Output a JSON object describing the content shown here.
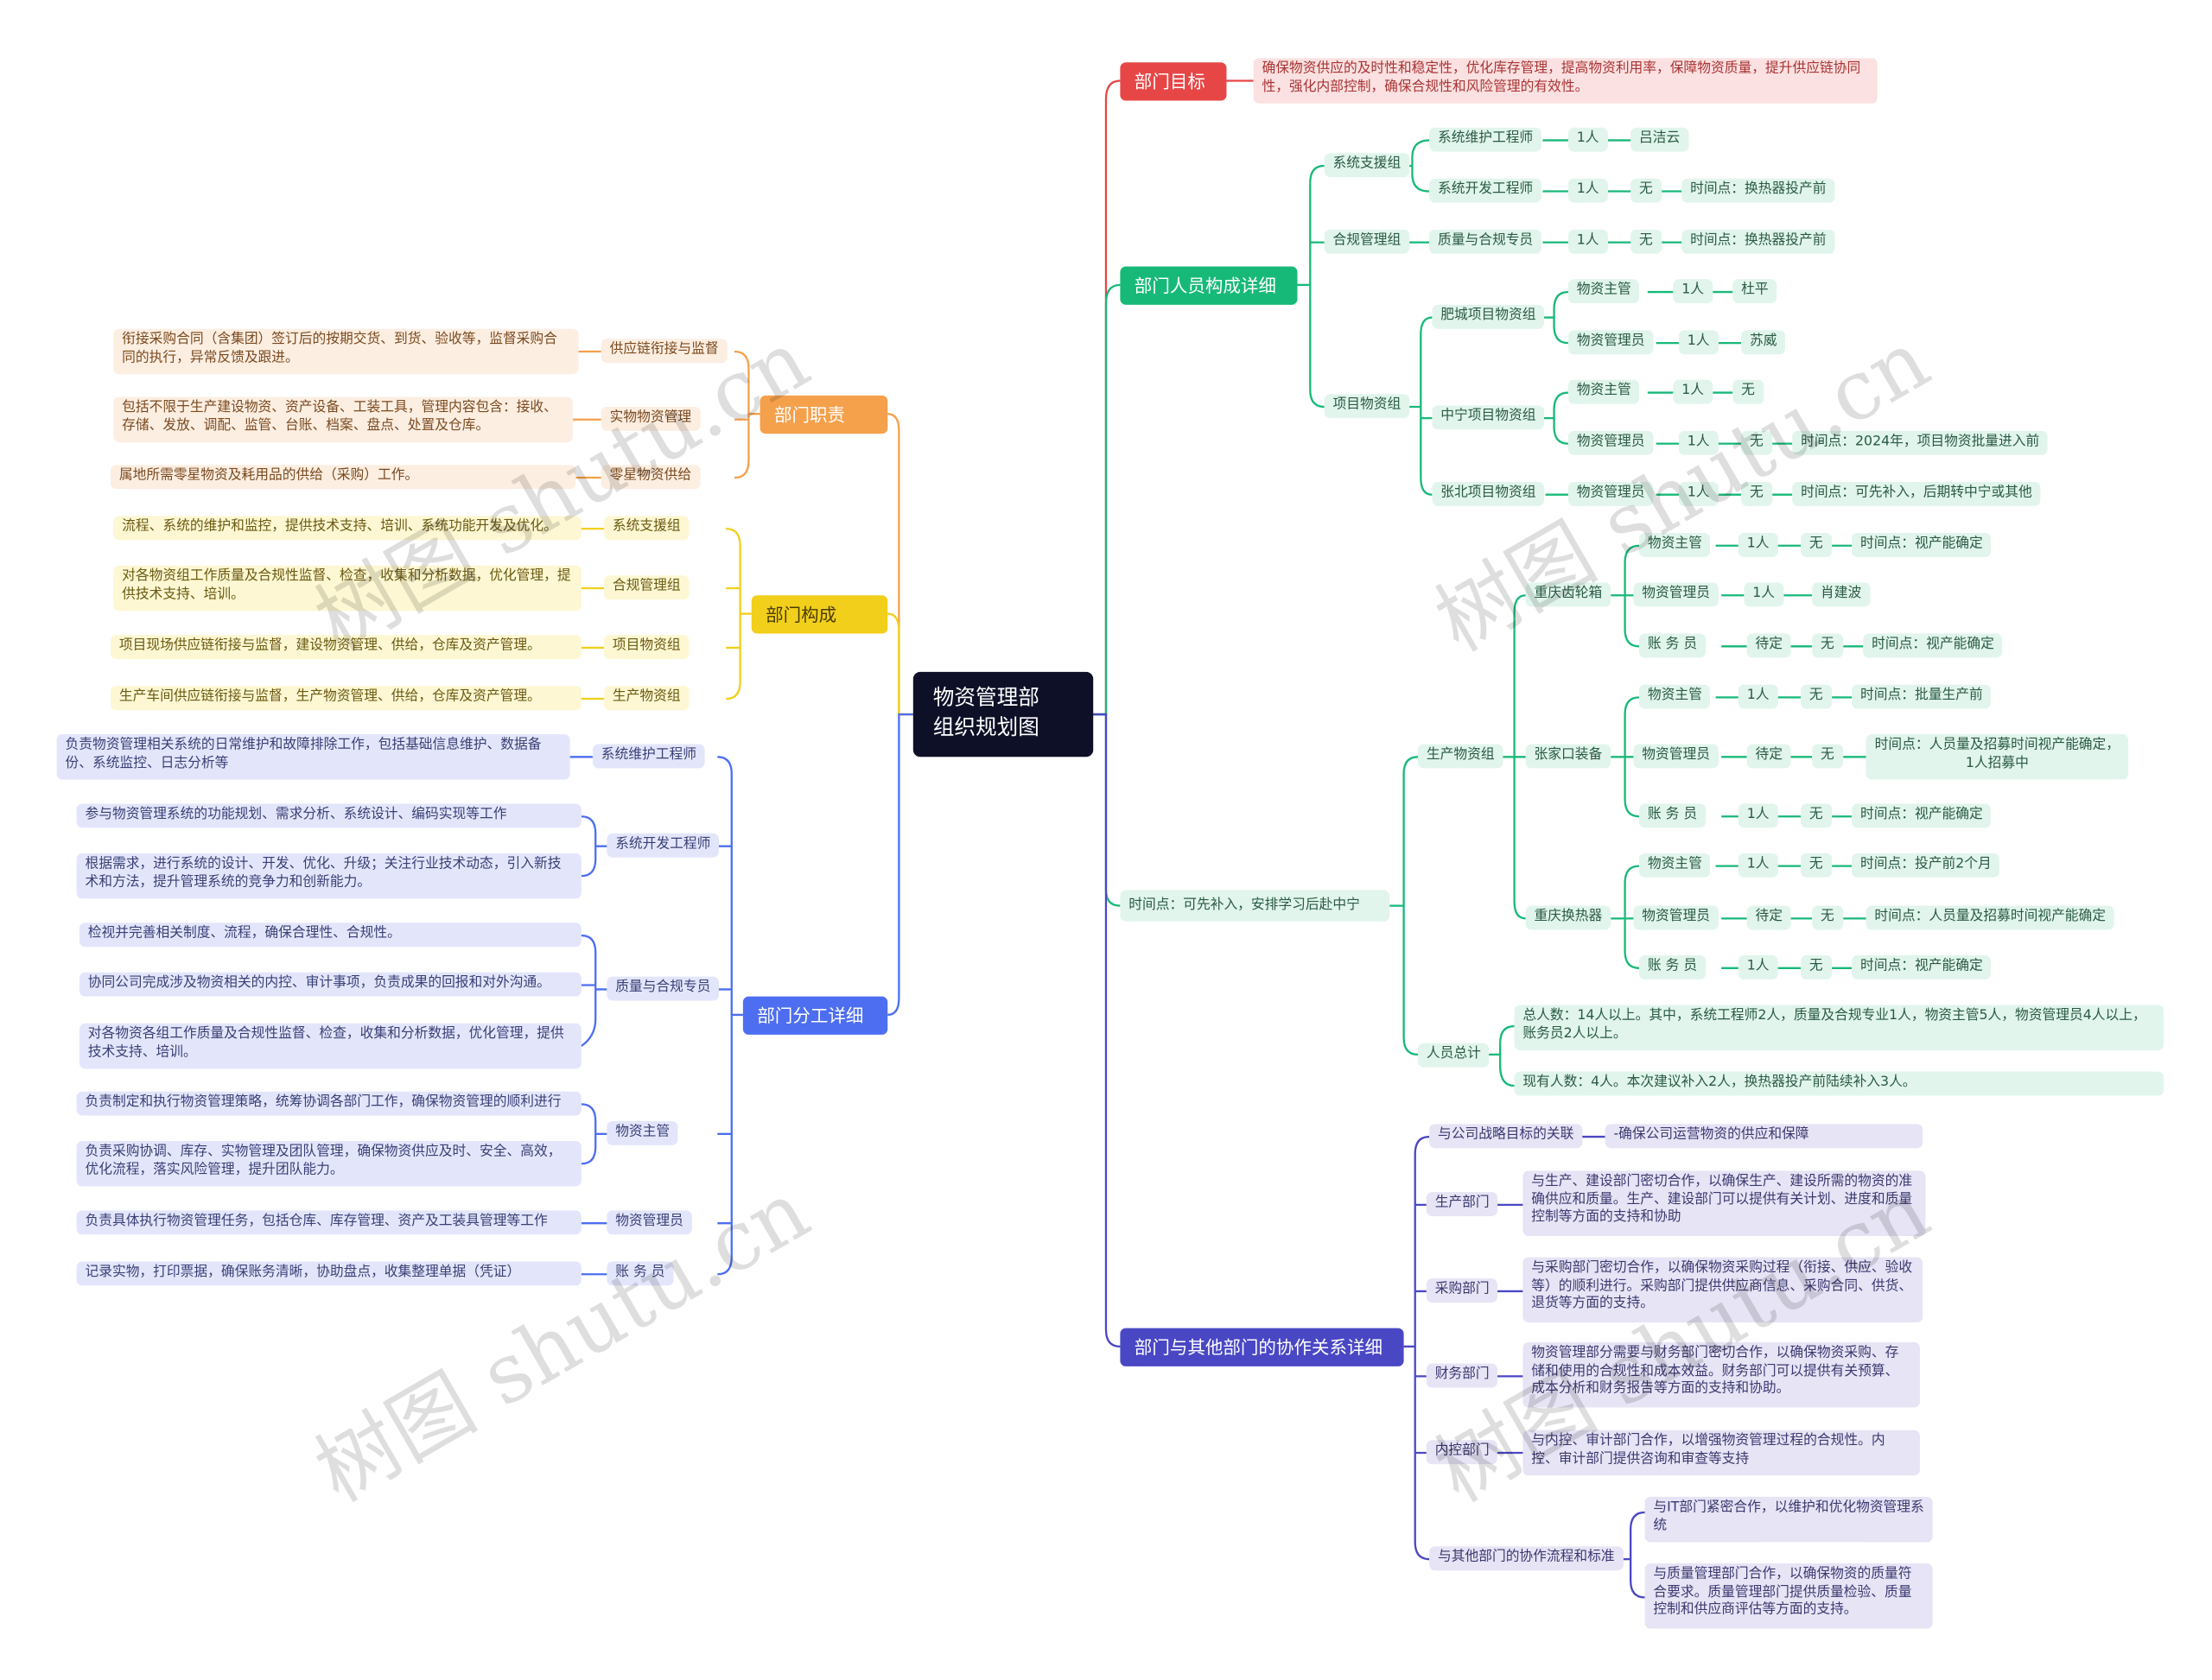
{
  "center": {
    "line1": "物资管理部",
    "line2": "组织规划图"
  },
  "colors": {
    "red": "#e74646",
    "green": "#17b978",
    "purple": "#4a47c5",
    "orange": "#f5a04b",
    "yellow": "#f2cf1a",
    "blue": "#4d6ef0",
    "dark": "#0d1027"
  },
  "right": {
    "goal": {
      "label": "部门目标",
      "text": "确保物资供应的及时性和稳定性，优化库存管理，提高物资利用率，保障物资质量，提升供应链协同性，强化内部控制，确保合规性和风险管理的有效性。"
    },
    "staff": {
      "label": "部门人员构成详细",
      "sys": "系统支援组",
      "sys_maint": "系统维护工程师",
      "sys_maint_n": "1人",
      "sys_maint_who": "吕洁云",
      "sys_dev": "系统开发工程师",
      "sys_dev_n": "1人",
      "sys_dev_who": "无",
      "sys_dev_t": "时间点：换热器投产前",
      "comp": "合规管理组",
      "comp_role": "质量与合规专员",
      "comp_n": "1人",
      "comp_who": "无",
      "comp_t": "时间点：换热器投产前",
      "proj": "项目物资组",
      "fc": "肥城项目物资组",
      "fc_mgr": "物资主管",
      "fc_mgr_n": "1人",
      "fc_mgr_who": "杜平",
      "fc_adm": "物资管理员",
      "fc_adm_n": "1人",
      "fc_adm_who": "苏威",
      "zn": "中宁项目物资组",
      "zn_mgr": "物资主管",
      "zn_mgr_n": "1人",
      "zn_mgr_who": "无",
      "zn_adm": "物资管理员",
      "zn_adm_n": "1人",
      "zn_adm_who": "无",
      "zn_adm_t": "时间点：2024年，项目物资批量进入前",
      "zb": "张北项目物资组",
      "zb_adm": "物资管理员",
      "zb_adm_n": "1人",
      "zb_adm_who": "无",
      "zb_adm_t": "时间点：可先补入，后期转中宁或其他"
    },
    "time": {
      "label": "时间点：可先补入，安排学习后赴中宁",
      "prod": "生产物资组",
      "cq": "重庆齿轮箱",
      "cq_mgr": "物资主管",
      "cq_mgr_n": "1人",
      "cq_mgr_who": "无",
      "cq_mgr_t": "时间点：视产能确定",
      "cq_adm": "物资管理员",
      "cq_adm_n": "1人",
      "cq_adm_who": "肖建波",
      "cq_acc": "账 务 员",
      "cq_acc_n": "待定",
      "cq_acc_who": "无",
      "cq_acc_t": "时间点：视产能确定",
      "zj": "张家口装备",
      "zj_mgr": "物资主管",
      "zj_mgr_n": "1人",
      "zj_mgr_who": "无",
      "zj_mgr_t": "时间点：批量生产前",
      "zj_adm": "物资管理员",
      "zj_adm_n": "待定",
      "zj_adm_who": "无",
      "zj_adm_t": "时间点：人员量及招募时间视产能确定，1人招募中",
      "zj_acc": "账 务 员",
      "zj_acc_n": "1人",
      "zj_acc_who": "无",
      "zj_acc_t": "时间点：视产能确定",
      "hr": "重庆换热器",
      "hr_mgr": "物资主管",
      "hr_mgr_n": "1人",
      "hr_mgr_who": "无",
      "hr_mgr_t": "时间点：投产前2个月",
      "hr_adm": "物资管理员",
      "hr_adm_n": "待定",
      "hr_adm_who": "无",
      "hr_adm_t": "时间点：人员量及招募时间视产能确定",
      "hr_acc": "账 务 员",
      "hr_acc_n": "1人",
      "hr_acc_who": "无",
      "hr_acc_t": "时间点：视产能确定",
      "total": "人员总计",
      "total_1": "总人数：14人以上。其中，系统工程师2人，质量及合规专业1人，物资主管5人，物资管理员4人以上，账务员2人以上。",
      "total_2": "现有人数：4人。本次建议补入2人，换热器投产前陆续补入3人。"
    },
    "collab": {
      "label": "部门与其他部门的协作关系详细",
      "strategy": "与公司战略目标的关联",
      "strategy_t": "-确保公司运营物资的供应和保障",
      "prod": "生产部门",
      "prod_t": "与生产、建设部门密切合作，以确保生产、建设所需的物资的准确供应和质量。生产、建设部门可以提供有关计划、进度和质量控制等方面的支持和协助",
      "buy": "采购部门",
      "buy_t": "与采购部门密切合作，以确保物资采购过程（衔接、供应、验收等）的顺利进行。采购部门提供供应商信息、采购合同、供货、退货等方面的支持。",
      "fin": "财务部门",
      "fin_t": "物资管理部分需要与财务部门密切合作，以确保物资采购、存储和使用的合规性和成本效益。财务部门可以提供有关预算、成本分析和财务报告等方面的支持和协助。",
      "ctl": "内控部门",
      "ctl_t": "与内控、审计部门合作，以增强物资管理过程的合规性。内控、审计部门提供咨询和审查等支持",
      "other": "与其他部门的协作流程和标准",
      "other_1": "与IT部门紧密合作，以维护和优化物资管理系统",
      "other_2": "与质量管理部门合作，以确保物资的质量符合要求。质量管理部门提供质量检验、质量控制和供应商评估等方面的支持。"
    }
  },
  "left": {
    "duty": {
      "label": "部门职责",
      "c1": "供应链衔接与监督",
      "c1_t": "衔接采购合同（含集团）签订后的按期交货、到货、验收等，监督采购合同的执行，异常反馈及跟进。",
      "c2": "实物物资管理",
      "c2_t": "包括不限于生产建设物资、资产设备、工装工具，管理内容包含：接收、存储、发放、调配、监管、台账、档案、盘点、处置及仓库。",
      "c3": "零星物资供给",
      "c3_t": "属地所需零星物资及耗用品的供给（采购）工作。"
    },
    "comp": {
      "label": "部门构成",
      "c1": "系统支援组",
      "c1_t": "流程、系统的维护和监控，提供技术支持、培训、系统功能开发及优化。",
      "c2": "合规管理组",
      "c2_t": "对各物资组工作质量及合规性监督、检查，收集和分析数据，优化管理，提供技术支持、培训。",
      "c3": "项目物资组",
      "c3_t": "项目现场供应链衔接与监督，建设物资管理、供给，仓库及资产管理。",
      "c4": "生产物资组",
      "c4_t": "生产车间供应链衔接与监督，生产物资管理、供给，仓库及资产管理。"
    },
    "div": {
      "label": "部门分工详细",
      "c1": "系统维护工程师",
      "c1_t": "负责物资管理相关系统的日常维护和故障排除工作，包括基础信息维护、数据备份、系统监控、日志分析等",
      "c2": "系统开发工程师",
      "c2_t1": "参与物资管理系统的功能规划、需求分析、系统设计、编码实现等工作",
      "c2_t2": "根据需求，进行系统的设计、开发、优化、升级；关注行业技术动态，引入新技术和方法，提升管理系统的竞争力和创新能力。",
      "c3": "质量与合规专员",
      "c3_t1": "检视并完善相关制度、流程，确保合理性、合规性。",
      "c3_t2": "协同公司完成涉及物资相关的内控、审计事项，负责成果的回报和对外沟通。",
      "c3_t3": "对各物资各组工作质量及合规性监督、检查，收集和分析数据，优化管理，提供技术支持、培训。",
      "c4": "物资主管",
      "c4_t1": "负责制定和执行物资管理策略，统筹协调各部门工作，确保物资管理的顺利进行",
      "c4_t2": "负责采购协调、库存、实物管理及团队管理，确保物资供应及时、安全、高效，优化流程，落实风险管理，提升团队能力。",
      "c5": "物资管理员",
      "c5_t": "负责具体执行物资管理任务，包括仓库、库存管理、资产及工装具管理等工作",
      "c6": "账 务 员",
      "c6_t": "记录实物，打印票据，确保账务清晰，协助盘点，收集整理单据（凭证）"
    }
  },
  "watermark": "树图 shutu.cn"
}
